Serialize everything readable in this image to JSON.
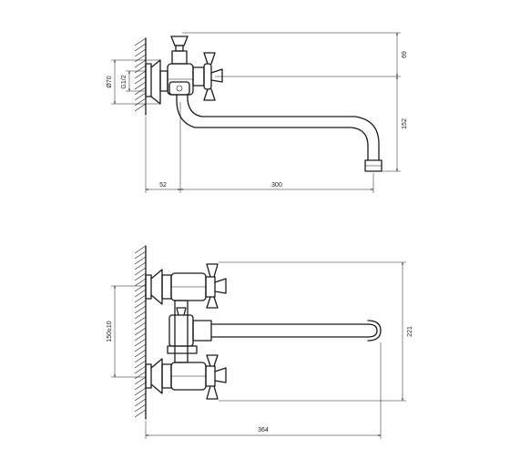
{
  "drawing": {
    "top_view": {
      "dim_height_upper": "69",
      "dim_height_spout": "152",
      "dim_diameter": "Ø70",
      "dim_thread": "G1/2",
      "dim_wall_offset": "52",
      "dim_spout_reach": "300"
    },
    "front_view": {
      "dim_center_distance": "150±10",
      "dim_total_height": "221",
      "dim_total_length": "364"
    }
  }
}
